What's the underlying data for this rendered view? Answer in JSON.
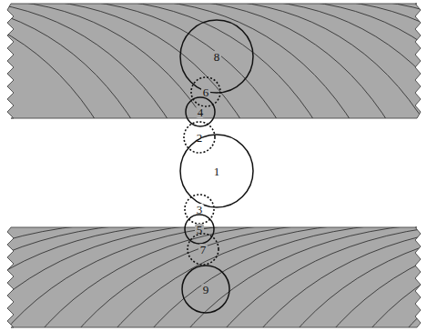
{
  "diagram": {
    "nodes": [
      {
        "text": [
          "8"
        ]
      },
      {
        "text": [
          "6"
        ]
      },
      {
        "text": [
          "4"
        ]
      },
      {
        "text": [
          "2"
        ]
      },
      {
        "text": [
          "1"
        ]
      },
      {
        "text": [
          "3"
        ]
      },
      {
        "text": [
          "5"
        ]
      },
      {
        "text": [
          "7"
        ]
      },
      {
        "text": [
          "9"
        ]
      }
    ]
  }
}
